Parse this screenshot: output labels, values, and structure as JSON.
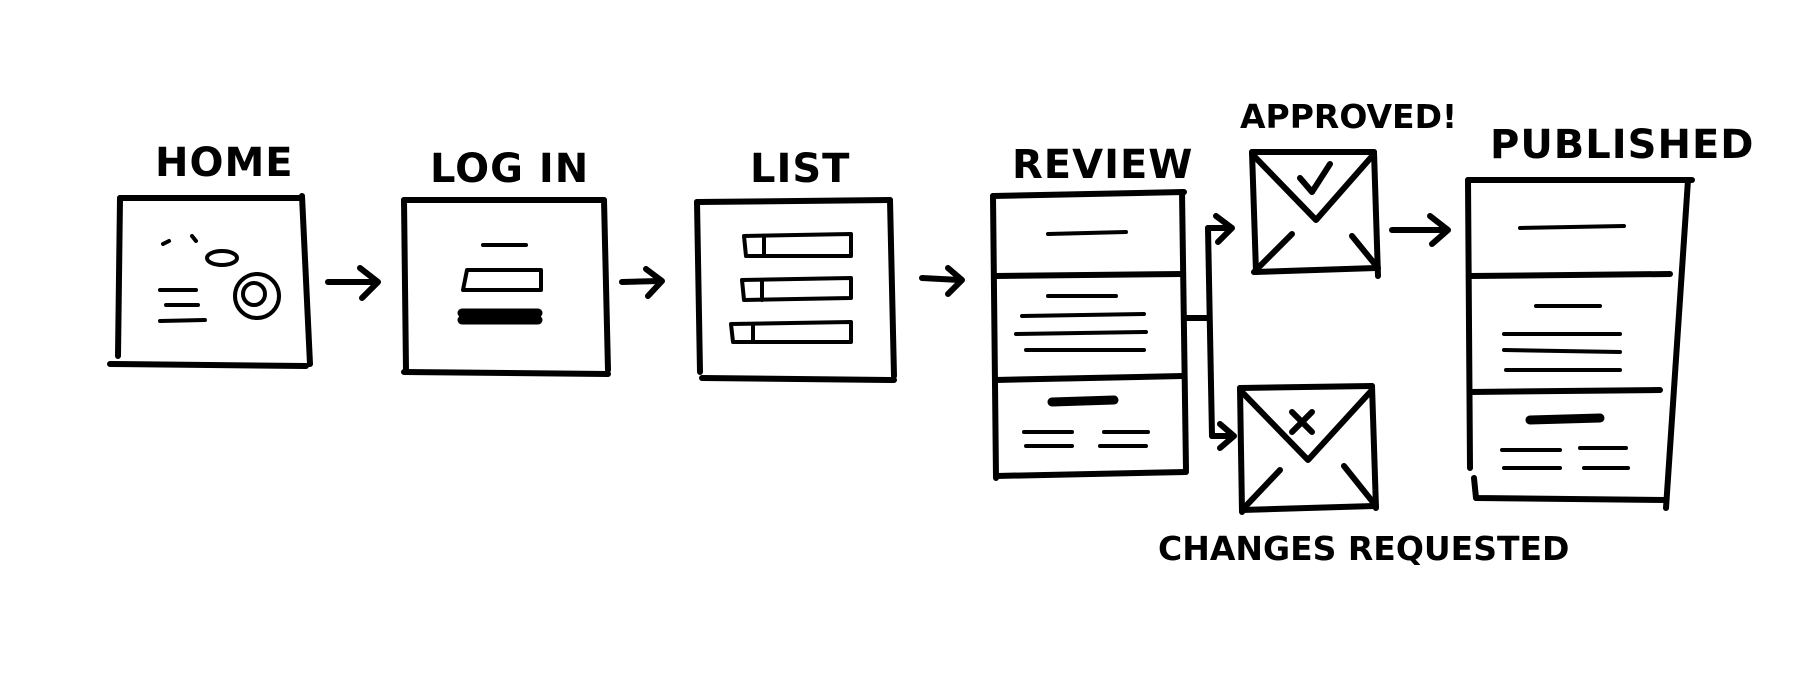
{
  "diagram": {
    "screens": [
      {
        "label": "HOME",
        "icon": "home-screen-sketch"
      },
      {
        "label": "LOG IN",
        "icon": "login-form-sketch"
      },
      {
        "label": "LIST",
        "icon": "list-rows-sketch"
      },
      {
        "label": "REVIEW",
        "icon": "review-document-sketch"
      },
      {
        "label": "PUBLISHED",
        "icon": "published-document-sketch"
      }
    ],
    "outcomes": {
      "approved": {
        "label": "APPROVED!",
        "icon": "envelope-check-icon"
      },
      "changes": {
        "label": "CHANGES REQUESTED",
        "icon": "envelope-x-icon"
      }
    },
    "style": {
      "ink": "#000000",
      "paper": "#ffffff"
    }
  }
}
